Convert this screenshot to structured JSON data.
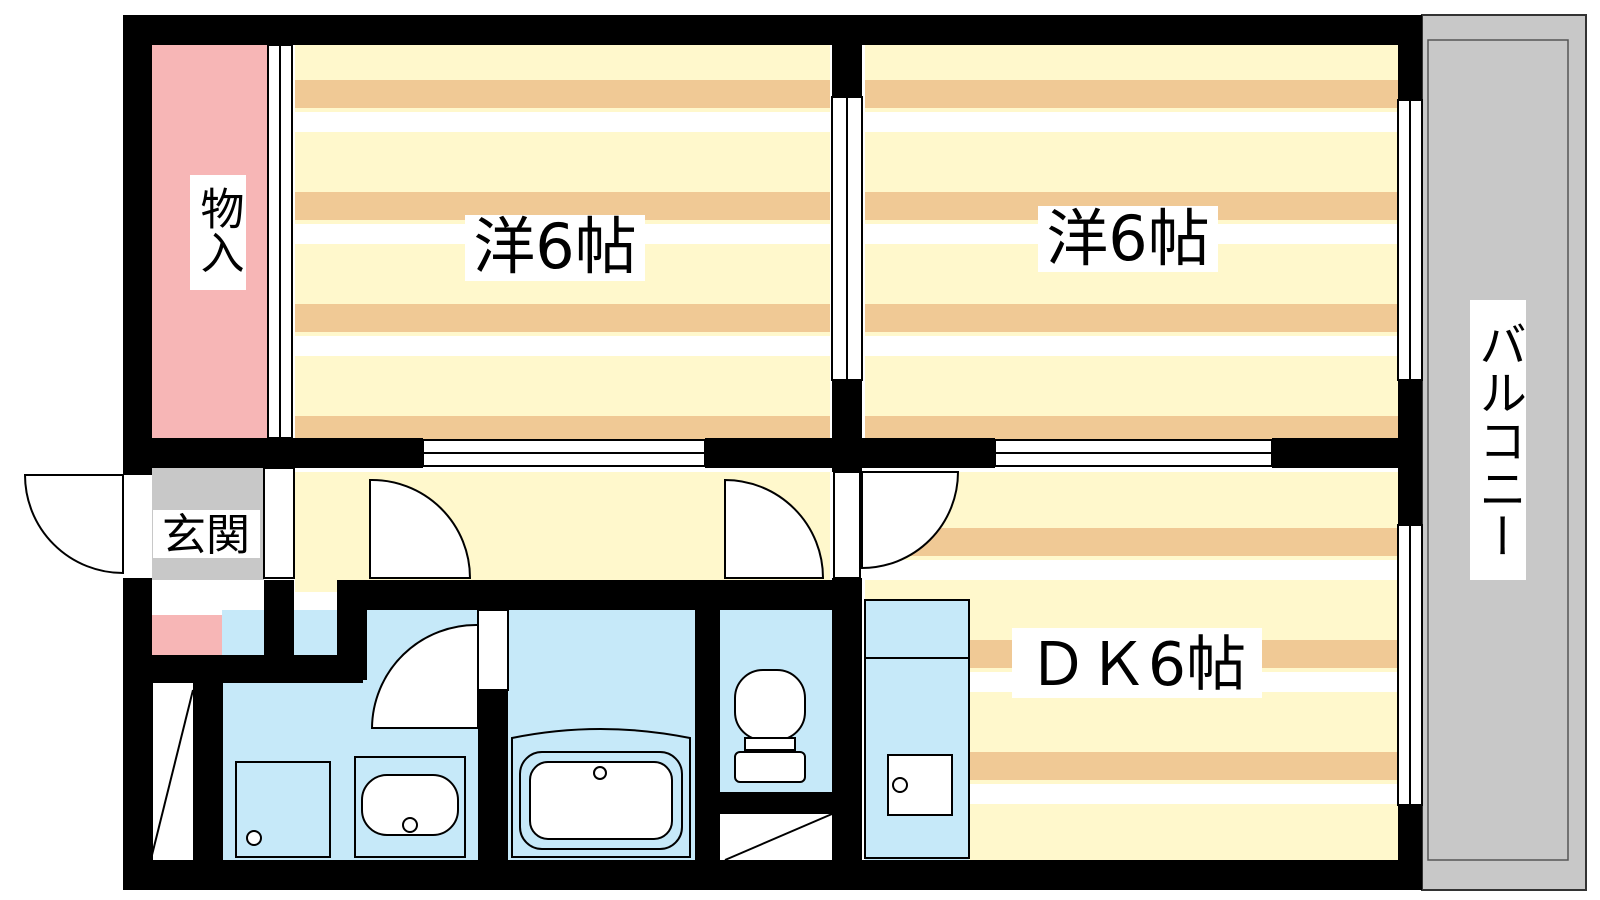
{
  "labels": {
    "western_room_1": "洋6帖",
    "western_room_2": "洋6帖",
    "dining_kitchen": "ＤＫ6帖",
    "storage": "物入",
    "entrance": "玄関",
    "balcony": "バルコニー"
  },
  "colors": {
    "wall": "#000000",
    "floor_wood_light": "#fff8cc",
    "floor_wood_dark": "#f0c995",
    "storage": "#f7b6b6",
    "wet_area": "#c6e9f9",
    "entrance_tile": "#c8c8c8",
    "balcony": "#c8c8c8",
    "fixture": "#ffffff"
  }
}
